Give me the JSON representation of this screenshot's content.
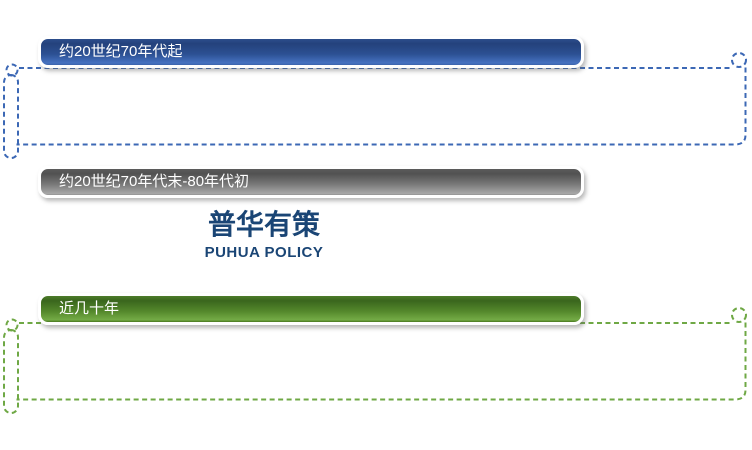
{
  "page": {
    "background_color": "#ffffff",
    "type": "timeline-diagram"
  },
  "timeline": {
    "items": [
      {
        "id": "period-1",
        "label": "约20世纪70年代起",
        "banner_top_color": "#24427c",
        "banner_bottom_color": "#4672c0",
        "scroll_stroke": "#3c68b5",
        "has_scroll": true
      },
      {
        "id": "period-2",
        "label": "约20世纪70年代末-80年代初",
        "banner_top_color": "#515151",
        "banner_bottom_color": "#a8a8a8",
        "has_scroll": false
      },
      {
        "id": "period-3",
        "label": "近几十年",
        "banner_top_color": "#3a661d",
        "banner_bottom_color": "#74ab46",
        "scroll_stroke": "#6fa845",
        "has_scroll": true
      }
    ]
  },
  "watermark": {
    "title": "普华有策",
    "subtitle": "PUHUA POLICY",
    "color": "#1a4575"
  }
}
